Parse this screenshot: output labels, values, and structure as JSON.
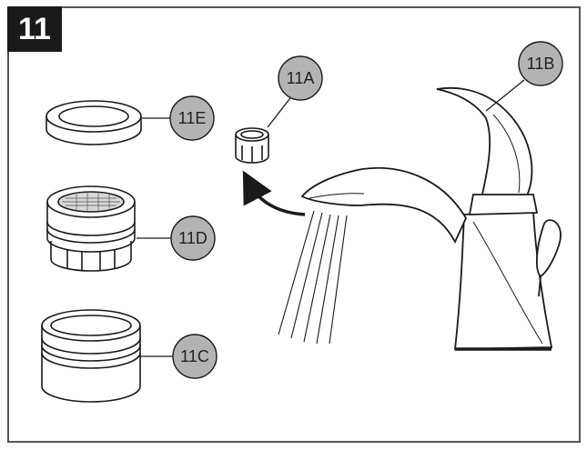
{
  "step": {
    "number": "11"
  },
  "callouts": {
    "a": "11A",
    "b": "11B",
    "c": "11C",
    "d": "11D",
    "e": "11E"
  },
  "colors": {
    "badge_background": "#1a1a1a",
    "callout_fill": "#b3b3b3",
    "line": "#1a1a1a"
  }
}
